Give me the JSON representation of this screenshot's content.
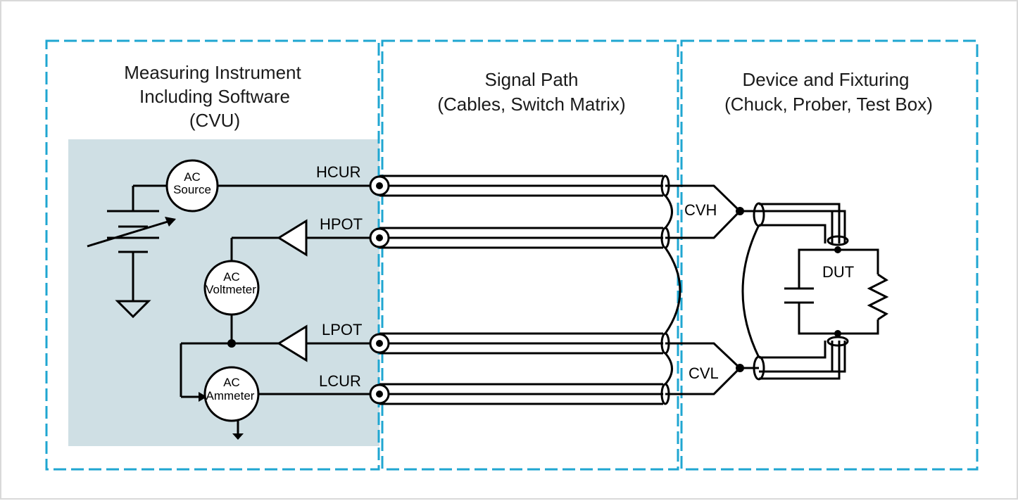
{
  "colors": {
    "region_border": "#1fa6d1",
    "instrument_bg": "#cfdfe4",
    "wire": "#000000"
  },
  "sections": {
    "instrument": {
      "line1": "Measuring Instrument",
      "line2": "Including Software",
      "line3": "(CVU)"
    },
    "signal": {
      "line1": "Signal Path",
      "line2": "(Cables, Switch Matrix)"
    },
    "device": {
      "line1": "Device and Fixturing",
      "line2": "(Chuck, Prober, Test Box)"
    }
  },
  "components": {
    "ac_source": {
      "line1": "AC",
      "line2": "Source"
    },
    "ac_voltmeter": {
      "line1": "AC",
      "line2": "Voltmeter"
    },
    "ac_ammeter": {
      "line1": "AC",
      "line2": "Ammeter"
    },
    "dut": "DUT"
  },
  "terminals": {
    "hcur": "HCUR",
    "hpot": "HPOT",
    "lpot": "LPOT",
    "lcur": "LCUR"
  },
  "junctions": {
    "cvh": "CVH",
    "cvl": "CVL"
  },
  "icons": [
    "battery-icon",
    "ground-icon",
    "amplifier-icon",
    "capacitor-icon",
    "resistor-icon",
    "bnc-connector-icon"
  ]
}
